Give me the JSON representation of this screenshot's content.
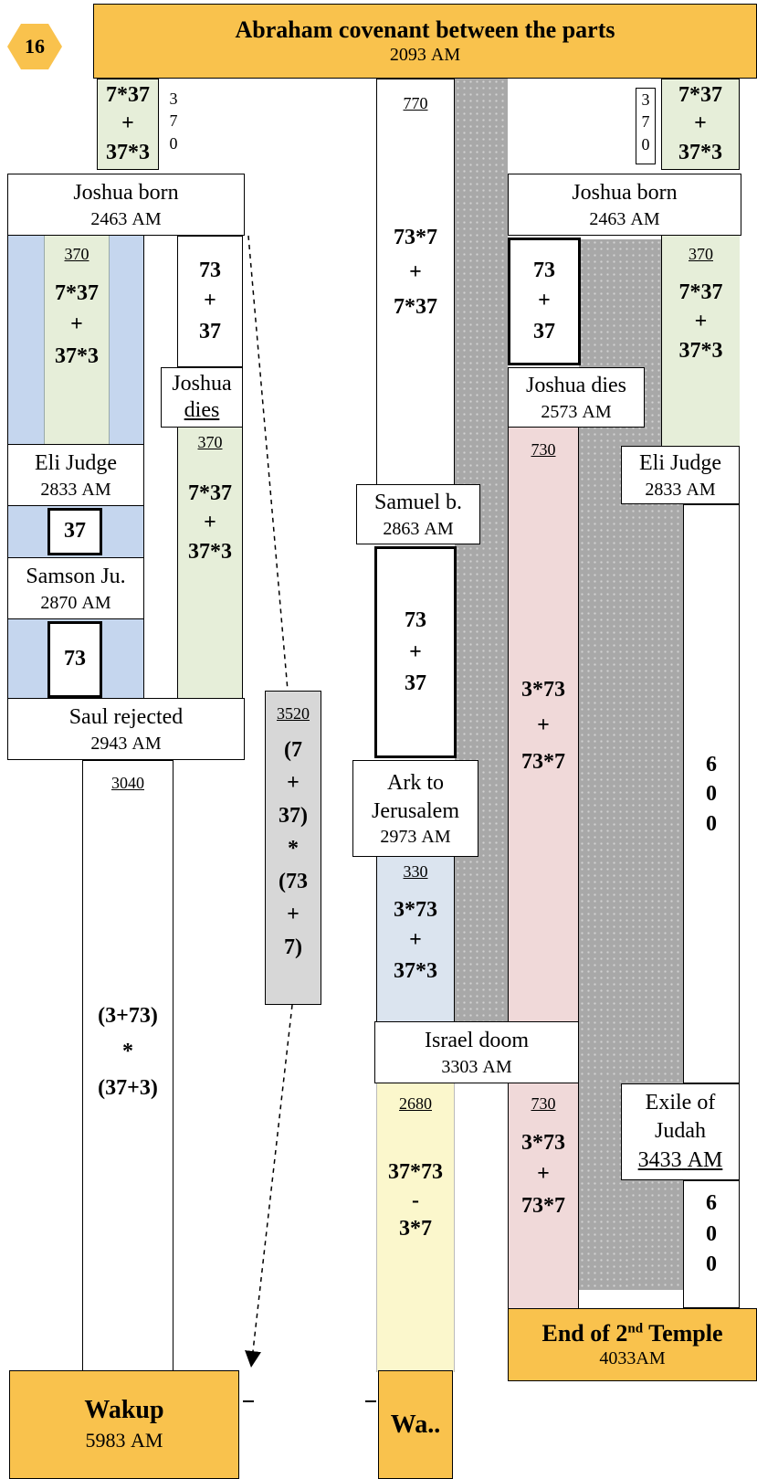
{
  "badge": "16",
  "header": {
    "title": "Abraham covenant between the parts",
    "date": "2093",
    "unit": "AM"
  },
  "colors": {
    "orange": "#f9c24d",
    "green": "#e6eed9",
    "blue": "#c5d6ee",
    "pink": "#f0d9d9",
    "yellow": "#fbf7cc",
    "grey": "#d7d7d7",
    "dots": "#a8a8a8"
  },
  "left": {
    "top_formula": [
      "7*37",
      "+",
      "37*3"
    ],
    "top_num": [
      "3",
      "7",
      "0"
    ],
    "joshua_born": {
      "label": "Joshua born",
      "date": "2463",
      "unit": "AM"
    },
    "green_col": {
      "num": "370",
      "lines": [
        "7*37",
        "+",
        "37*3"
      ]
    },
    "white_formula": [
      "73",
      "+",
      "37"
    ],
    "joshua_dies": [
      "Joshua",
      "dies"
    ],
    "green2": {
      "num": "370",
      "lines": [
        "7*37",
        "+",
        "37*3"
      ]
    },
    "eli": {
      "label": "Eli Judge",
      "date": "2833",
      "unit": "AM"
    },
    "n37": "37",
    "samson": {
      "label": "Samson Ju.",
      "date": "2870",
      "unit": "AM"
    },
    "n73": "73",
    "saul": {
      "label": "Saul rejected",
      "date": "2943",
      "unit": "AM"
    },
    "col3040": {
      "num": "3040",
      "lines": [
        "(3+73)",
        "*",
        "(37+3)"
      ]
    },
    "grey": {
      "num": "3520",
      "lines": [
        "(7",
        "+",
        "37)",
        "*",
        "(73",
        "+",
        "7)"
      ]
    },
    "wakup": {
      "label": "Wakup",
      "date": "5983",
      "unit": "AM"
    }
  },
  "middle": {
    "col770": {
      "num": "770",
      "lines": [
        "73*7",
        "+",
        "7*37"
      ]
    },
    "samuel": {
      "label": "Samuel b.",
      "date": "2863",
      "unit": "AM"
    },
    "formula": [
      "73",
      "+",
      "37"
    ],
    "ark": {
      "label1": "Ark to",
      "label2": "Jerusalem",
      "date": "2973",
      "unit": "AM"
    },
    "col330": {
      "num": "330",
      "lines": [
        "3*73",
        "+",
        "37*3"
      ]
    },
    "israel": {
      "label": "Israel doom",
      "date": "3303",
      "unit": "AM"
    },
    "col2680": {
      "num": "2680",
      "lines": [
        "37*73",
        "-",
        "3*7"
      ]
    },
    "wa": "Wa.."
  },
  "right": {
    "top_num": [
      "3",
      "7",
      "0"
    ],
    "top_formula": [
      "7*37",
      "+",
      "37*3"
    ],
    "joshua_born": {
      "label": "Joshua born",
      "date": "2463",
      "unit": "AM"
    },
    "formula": [
      "73",
      "+",
      "37"
    ],
    "green": {
      "num": "370",
      "lines": [
        "7*37",
        "+",
        "37*3"
      ]
    },
    "joshua_dies": {
      "label": "Joshua dies",
      "date": "2573",
      "unit": "AM"
    },
    "pink1": {
      "num": "730",
      "lines": [
        "3*73",
        "+",
        "73*7"
      ]
    },
    "eli": {
      "label": "Eli Judge",
      "date": "2833",
      "unit": "AM"
    },
    "six1": [
      "6",
      "0",
      "0"
    ],
    "pink2": {
      "num": "730",
      "lines": [
        "3*73",
        "+",
        "73*7"
      ]
    },
    "exile": {
      "label1": "Exile of",
      "label2": "Judah",
      "date": "3433",
      "unit": "AM"
    },
    "six2": [
      "6",
      "0",
      "0"
    ],
    "end": {
      "label": "End of 2",
      "sup": "nd",
      "label2": " Temple",
      "date": "4033",
      "unit": "AM"
    }
  }
}
